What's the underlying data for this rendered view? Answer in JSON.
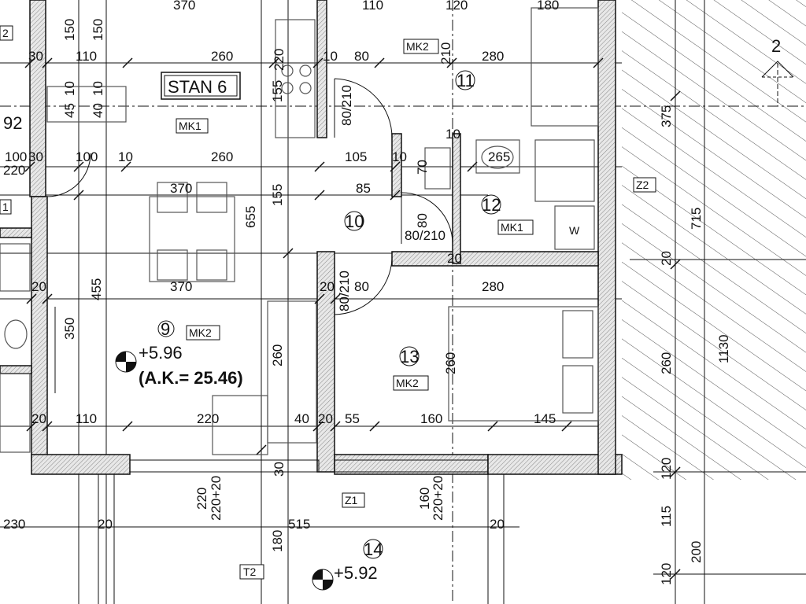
{
  "apartment": {
    "name": "STAN 6"
  },
  "rooms": [
    {
      "number": "9",
      "material": "MK2",
      "elevation": "+5.96",
      "absolute": "(A.K.= 25.46)"
    },
    {
      "number": "10"
    },
    {
      "number": "11",
      "material": "MK2"
    },
    {
      "number": "12",
      "material": "MK1"
    },
    {
      "number": "13",
      "material": "MK2"
    },
    {
      "number": "14",
      "material": "T2",
      "elevation": "+5.92"
    }
  ],
  "floor_tags": {
    "living": "MK1",
    "wall_z2": "Z2",
    "wall_z1": "Z1",
    "left_edge_2": "2",
    "left_edge_1": "1",
    "appliance": "W"
  },
  "section_marker": "2",
  "doors": {
    "d1": "80/210",
    "d2": "80/210",
    "d3": "80/210"
  },
  "dims": {
    "h_top": [
      "370",
      "110",
      "120",
      "180"
    ],
    "h_row1": [
      "30",
      "110",
      "260",
      "220",
      "10",
      "80",
      "210",
      "280"
    ],
    "h_row2": [
      "100",
      "30",
      "100",
      "10",
      "260",
      "105",
      "10",
      "70",
      "265"
    ],
    "h_row3": [
      "220",
      "370",
      "85",
      "155",
      "80"
    ],
    "h_row4": [
      "370",
      "20",
      "80",
      "280"
    ],
    "h_row5": [
      "20",
      "110",
      "220",
      "40",
      "20",
      "55",
      "160",
      "145"
    ],
    "h_bottom": [
      "230",
      "20",
      "515",
      "20"
    ],
    "v_left": [
      "150",
      "150",
      "45",
      "40",
      "10",
      "10",
      "455",
      "350",
      "20"
    ],
    "v_mid": [
      "655",
      "155",
      "260",
      "260",
      "30",
      "220",
      "220+20",
      "180",
      "160",
      "220+20"
    ],
    "v_right": [
      "375",
      "715",
      "1130",
      "20",
      "260",
      "120",
      "115",
      "200",
      "120"
    ],
    "misc": [
      "92",
      "20",
      "10"
    ]
  }
}
